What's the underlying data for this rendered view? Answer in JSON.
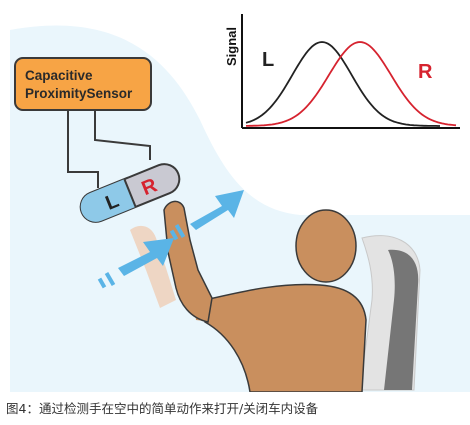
{
  "sensor": {
    "line1": "Capacitive",
    "line2": "ProximitySensor"
  },
  "electrode": {
    "left_label": "L",
    "right_label": "R"
  },
  "plot": {
    "ylabel": "Signal",
    "left_curve_label": "L",
    "right_curve_label": "R",
    "colors": {
      "left": "#222222",
      "right": "#d6232f"
    }
  },
  "caption": "图4：通过检测手在空中的简单动作来打开/关闭车内设备"
}
